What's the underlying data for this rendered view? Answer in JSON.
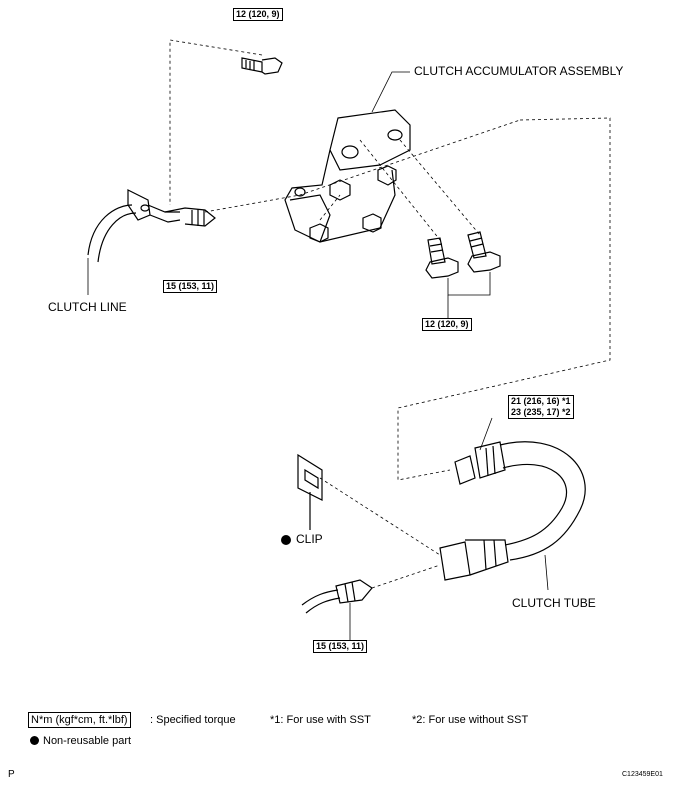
{
  "labels": {
    "accumulator": "CLUTCH ACCUMULATOR ASSEMBLY",
    "clutch_line": "CLUTCH LINE",
    "clip": "CLIP",
    "clutch_tube": "CLUTCH TUBE"
  },
  "torques": {
    "top_bolt": "12 (120, 9)",
    "line_union": "15 (153, 11)",
    "mount_bolts": "12 (120, 9)",
    "tube_upper_1": "21 (216, 16) *1",
    "tube_upper_2": "23 (235, 17) *2",
    "tube_lower": "15 (153, 11)"
  },
  "legend": {
    "unit": "N*m (kgf*cm, ft.*lbf)",
    "unit_desc": ": Specified torque",
    "note1": "*1: For use with SST",
    "note2": "*2: For use without SST",
    "nonreusable": "Non-reusable part"
  },
  "footer": {
    "left": "P",
    "right": "C123459E01"
  }
}
